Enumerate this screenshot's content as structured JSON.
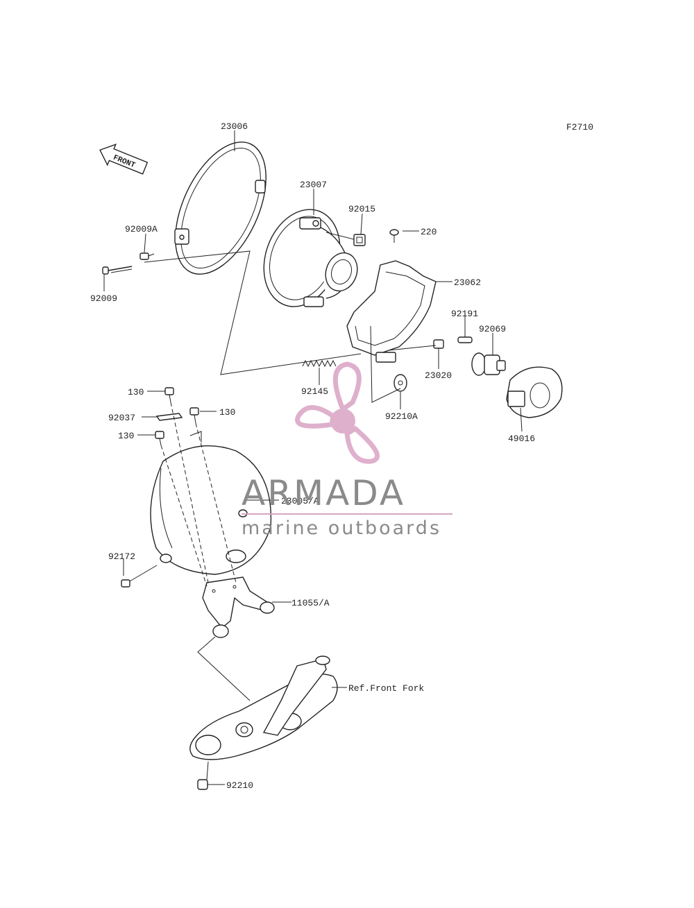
{
  "figure_code": "F2710",
  "front_label": "FRONT",
  "watermark": {
    "title": "ARMADA",
    "subtitle": "marine outboards",
    "text_color": "#8a8a8a",
    "accent_color": "#d9a3c4"
  },
  "parts": {
    "p23006": "23006",
    "p23007": "23007",
    "p92015": "92015",
    "p220": "220",
    "p92009A": "92009A",
    "p92009": "92009",
    "p23062": "23062",
    "p92191": "92191",
    "p92069": "92069",
    "p23020": "23020",
    "p92145": "92145",
    "p92210A": "92210A",
    "p49016": "49016",
    "p130a": "130",
    "p130b": "130",
    "p130c": "130",
    "p92037": "92037",
    "p23005A": "23005/A",
    "p92172": "92172",
    "p11055A": "11055/A",
    "refFrontFork": "Ref.Front Fork",
    "p92210": "92210"
  }
}
